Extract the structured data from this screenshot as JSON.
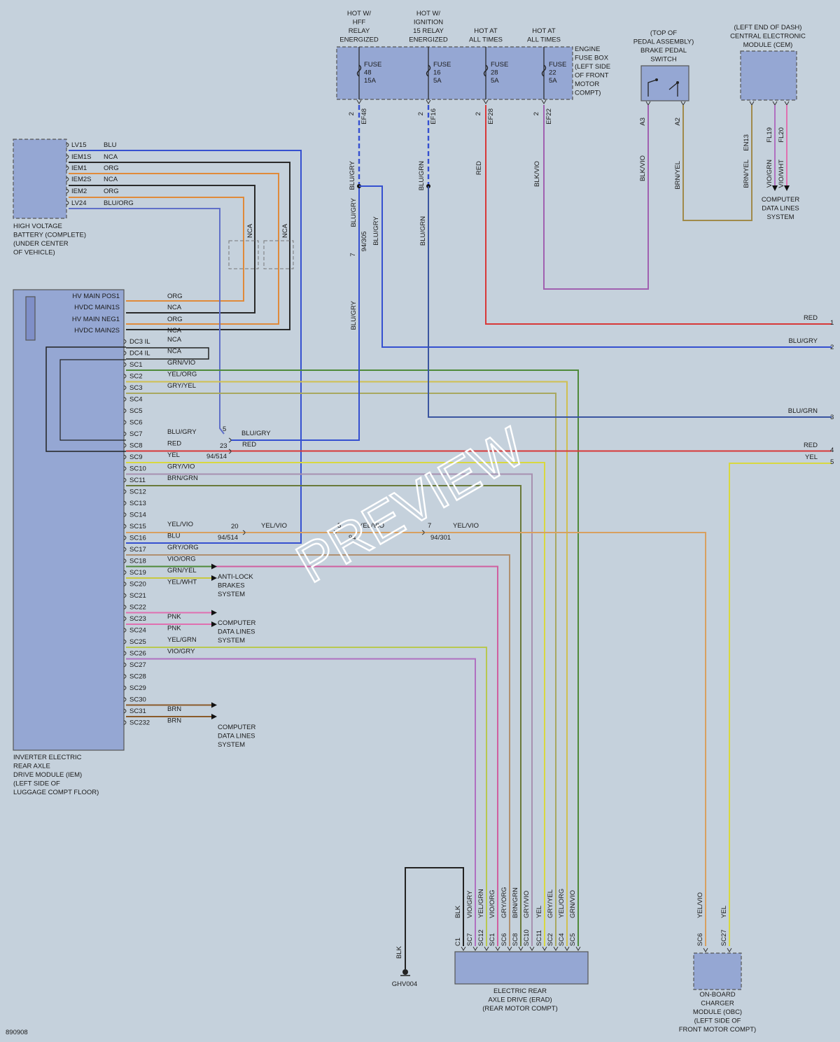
{
  "colors": {
    "background": "#c5d1dc",
    "component": "#95a7d3",
    "outline": "#555555",
    "ORG": "#e08a3a",
    "NCA": "#2a2a2a",
    "BLU": "#3550d0",
    "RED": "#d83838",
    "YEL": "#d8d840",
    "GRN": "#4f8a3a",
    "VIO": "#b070c0",
    "GRY": "#8c8c8c",
    "BRN": "#8a5a2a",
    "PNK": "#e070b0",
    "BLK": "#222222"
  },
  "diagram_id": "890908",
  "watermark": "PREVIEW",
  "fuse_box": {
    "label_lines": [
      "ENGINE",
      "FUSE BOX",
      "(LEFT SIDE",
      "OF FRONT",
      "MOTOR",
      "COMPT)"
    ],
    "fuses": [
      {
        "header": [
          "HOT W/",
          "HFF",
          "RELAY",
          "ENERGIZED"
        ],
        "lines": [
          "FUSE",
          "48",
          "15A"
        ],
        "pin": "2",
        "conn": "EF48",
        "wire": "BLU/GRY"
      },
      {
        "header": [
          "HOT W/",
          "IGNITION",
          "15 RELAY",
          "ENERGIZED"
        ],
        "lines": [
          "FUSE",
          "16",
          "5A"
        ],
        "pin": "2",
        "conn": "EF16",
        "wire": "BLU/GRN"
      },
      {
        "header": [
          "HOT AT",
          "ALL TIMES"
        ],
        "lines": [
          "FUSE",
          "28",
          "5A"
        ],
        "pin": "2",
        "conn": "EF28",
        "wire": "RED"
      },
      {
        "header": [
          "HOT AT",
          "ALL TIMES"
        ],
        "lines": [
          "FUSE",
          "22",
          "5A"
        ],
        "pin": "2",
        "conn": "EF22",
        "wire": "BLK/VIO"
      }
    ]
  },
  "brake_switch": {
    "label_lines": [
      "(TOP OF",
      "PEDAL ASSEMBLY)",
      "BRAKE PEDAL",
      "SWITCH"
    ],
    "pins": [
      {
        "pin": "A3",
        "wire": "BLK/VIO"
      },
      {
        "pin": "A2",
        "wire": "BRN/YEL"
      }
    ]
  },
  "cem": {
    "label_lines": [
      "(LEFT END OF DASH)",
      "CENTRAL ELECTRONIC",
      "MODULE (CEM)"
    ],
    "pins": [
      {
        "pin": "EN13",
        "wire": "BRN/YEL"
      },
      {
        "pin": "FL19",
        "wire": "VIO/GRN"
      },
      {
        "pin": "FL20",
        "wire": "VIO/WHT"
      }
    ],
    "dest_lines": [
      "COMPUTER",
      "DATA LINES",
      "SYSTEM"
    ]
  },
  "battery": {
    "label_lines": [
      "HIGH VOLTAGE",
      "BATTERY (COMPLETE)",
      "(UNDER CENTER",
      "OF VEHICLE)"
    ],
    "pins": [
      {
        "pin": "LV15",
        "wire": "BLU"
      },
      {
        "pin": "IEM1S",
        "wire": "NCA"
      },
      {
        "pin": "IEM1",
        "wire": "ORG"
      },
      {
        "pin": "IEM2S",
        "wire": "NCA"
      },
      {
        "pin": "IEM2",
        "wire": "ORG"
      },
      {
        "pin": "LV24",
        "wire": "BLU/ORG"
      }
    ],
    "shield_labels": [
      "NCA",
      "NCA"
    ]
  },
  "iem": {
    "label_lines": [
      "INVERTER ELECTRIC",
      "REAR AXLE",
      "DRIVE MODULE (IEM)",
      "(LEFT SIDE OF",
      "LUGGAGE COMPT FLOOR)"
    ],
    "hv_pins": [
      {
        "pin": "HV MAIN POS1",
        "wire": "ORG"
      },
      {
        "pin": "HVDC MAIN1S",
        "wire": "NCA"
      },
      {
        "pin": "HV MAIN NEG1",
        "wire": "ORG"
      },
      {
        "pin": "HVDC MAIN2S",
        "wire": "NCA"
      }
    ],
    "pins": [
      {
        "pin": "DC3 IL",
        "wire": "NCA"
      },
      {
        "pin": "DC4 IL",
        "wire": "NCA"
      },
      {
        "pin": "SC1",
        "wire": "GRN/VIO"
      },
      {
        "pin": "SC2",
        "wire": "YEL/ORG"
      },
      {
        "pin": "SC3",
        "wire": "GRY/YEL"
      },
      {
        "pin": "SC4",
        "wire": ""
      },
      {
        "pin": "SC5",
        "wire": ""
      },
      {
        "pin": "SC6",
        "wire": ""
      },
      {
        "pin": "SC7",
        "wire": "BLU/GRY"
      },
      {
        "pin": "SC8",
        "wire": "RED"
      },
      {
        "pin": "SC9",
        "wire": "YEL"
      },
      {
        "pin": "SC10",
        "wire": "GRY/VIO"
      },
      {
        "pin": "SC11",
        "wire": "BRN/GRN"
      },
      {
        "pin": "SC12",
        "wire": ""
      },
      {
        "pin": "SC13",
        "wire": ""
      },
      {
        "pin": "SC14",
        "wire": ""
      },
      {
        "pin": "SC15",
        "wire": "YEL/VIO"
      },
      {
        "pin": "SC16",
        "wire": "BLU"
      },
      {
        "pin": "SC17",
        "wire": "GRY/ORG"
      },
      {
        "pin": "SC18",
        "wire": "VIO/ORG"
      },
      {
        "pin": "SC19",
        "wire": "GRN/YEL"
      },
      {
        "pin": "SC20",
        "wire": "YEL/WHT"
      },
      {
        "pin": "SC21",
        "wire": ""
      },
      {
        "pin": "SC22",
        "wire": ""
      },
      {
        "pin": "SC23",
        "wire": "PNK"
      },
      {
        "pin": "SC24",
        "wire": "PNK"
      },
      {
        "pin": "SC25",
        "wire": "YEL/GRN"
      },
      {
        "pin": "SC26",
        "wire": "VIO/GRY"
      },
      {
        "pin": "SC27",
        "wire": ""
      },
      {
        "pin": "SC28",
        "wire": ""
      },
      {
        "pin": "SC29",
        "wire": ""
      },
      {
        "pin": "SC30",
        "wire": ""
      },
      {
        "pin": "SC31",
        "wire": "BRN"
      },
      {
        "pin": "SC232",
        "wire": "BRN"
      }
    ],
    "destinations": [
      {
        "lines": [
          "ANTI-LOCK",
          "BRAKES",
          "SYSTEM"
        ]
      },
      {
        "lines": [
          "COMPUTER",
          "DATA LINES",
          "SYSTEM"
        ]
      },
      {
        "lines": [
          "COMPUTER",
          "DATA LINES",
          "SYSTEM"
        ]
      }
    ]
  },
  "inline": {
    "c7": "7",
    "c94_305": "94/305",
    "c5": "5",
    "c23": "23",
    "c94_514": "94/514",
    "c20": "20",
    "c94_514b": "94/514",
    "c5b": "5",
    "c94b": "94",
    "c7b": "7",
    "c94_301": "94/301",
    "w_blugry_v1": "BLU/GRY",
    "w_blugry_v2": "BLU/GRY",
    "w_blugry_v3": "BLU/GRY",
    "w_blugrn_v": "BLU/GRN",
    "w_sc7_right": "BLU/GRY",
    "w_sc8_right": "RED",
    "w_yelvio_1": "YEL/VIO",
    "w_yelvio_2": "YEL/VIO",
    "w_yelvio_3": "YEL/VIO"
  },
  "offpage": [
    {
      "wire": "RED",
      "num": "1"
    },
    {
      "wire": "BLU/GRY",
      "num": "2"
    },
    {
      "wire": "BLU/GRN",
      "num": "3"
    },
    {
      "wire": "RED",
      "num": "4"
    },
    {
      "wire": "YEL",
      "num": "5"
    }
  ],
  "erad": {
    "label_lines": [
      "ELECTRIC REAR",
      "AXLE DRIVE (ERAD)",
      "(REAR MOTOR COMPT)"
    ],
    "pins": [
      {
        "pin": "C1",
        "wire": "BLK"
      },
      {
        "pin": "SC7",
        "wire": "VIO/GRY"
      },
      {
        "pin": "SC12",
        "wire": "YEL/GRN"
      },
      {
        "pin": "SC1",
        "wire": "VIO/ORG"
      },
      {
        "pin": "SC6",
        "wire": "GRY/ORG"
      },
      {
        "pin": "SC8",
        "wire": "BRN/GRN"
      },
      {
        "pin": "SC10",
        "wire": "GRY/VIO"
      },
      {
        "pin": "SC11",
        "wire": "YEL"
      },
      {
        "pin": "SC2",
        "wire": "GRY/YEL"
      },
      {
        "pin": "SC4",
        "wire": "YEL/ORG"
      },
      {
        "pin": "SC5",
        "wire": "GRN/VIO"
      }
    ]
  },
  "ground": {
    "wire": "BLK",
    "label": "GHV004"
  },
  "obc": {
    "label_lines": [
      "ON-BOARD",
      "CHARGER",
      "MODULE (OBC)",
      "(LEFT SIDE OF",
      "FRONT MOTOR COMPT)"
    ],
    "pins": [
      {
        "pin": "SC6",
        "wire": "YEL/VIO"
      },
      {
        "pin": "SC27",
        "wire": "YEL"
      }
    ]
  }
}
